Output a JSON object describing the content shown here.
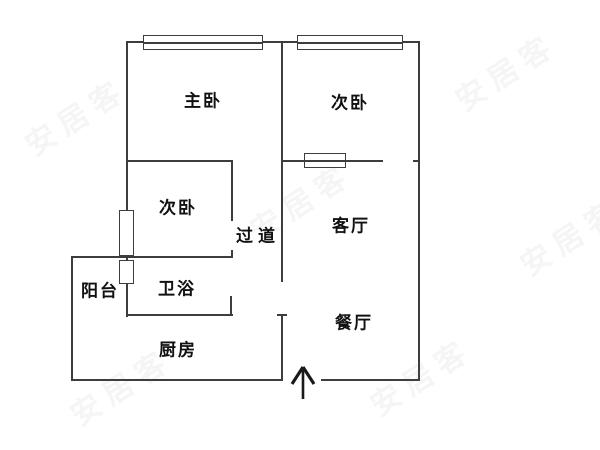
{
  "diagram": {
    "type": "apartment-floor-plan",
    "colors": {
      "wall": "#3d3d3d",
      "label": "#111111",
      "background": "#ffffff",
      "watermark": "#f2f2f2"
    },
    "rooms": [
      {
        "id": "master-bedroom",
        "label": "主卧"
      },
      {
        "id": "second-bedroom-top",
        "label": "次卧"
      },
      {
        "id": "second-bedroom-left",
        "label": "次卧"
      },
      {
        "id": "corridor",
        "label": "过道"
      },
      {
        "id": "living-room",
        "label": "客厅"
      },
      {
        "id": "dining-room",
        "label": "餐厅"
      },
      {
        "id": "balcony",
        "label": "阳台"
      },
      {
        "id": "bathroom",
        "label": "卫浴"
      },
      {
        "id": "kitchen",
        "label": "厨房"
      }
    ],
    "entrance": {
      "symbol": "arrow-up"
    },
    "watermark": {
      "text": "安居客"
    }
  }
}
